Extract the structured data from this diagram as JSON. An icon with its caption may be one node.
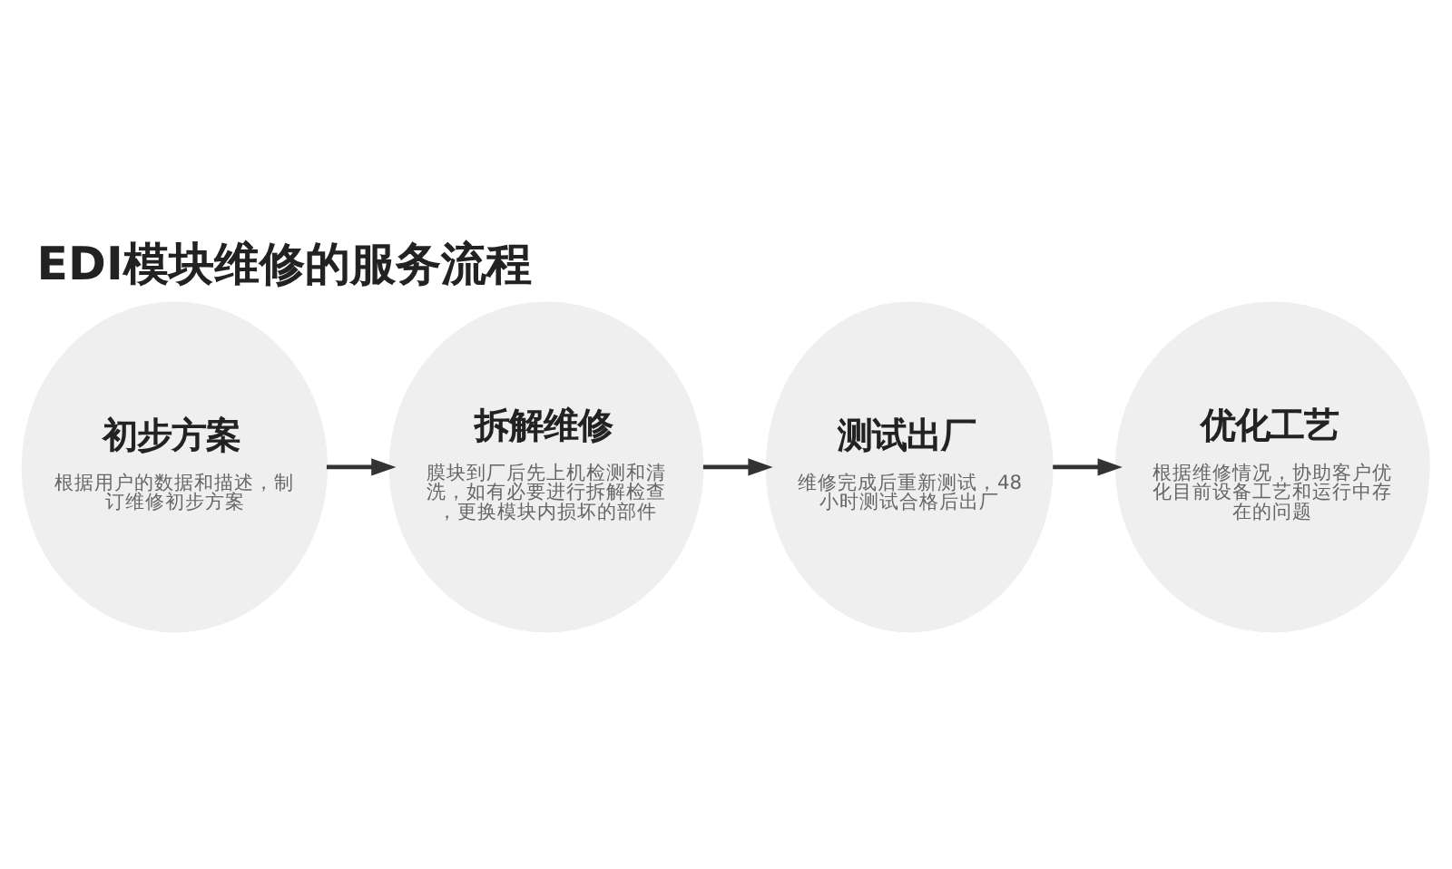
{
  "diagram": {
    "title": "EDI模块维修的服务流程",
    "nodes": [
      {
        "text": [
          "初步方案",
          "根据用户的数据和描述，制订维修初步方案"
        ]
      },
      {
        "text": [
          "拆解维修",
          "膜块到厂后先上机检测和清洗，如有必要进行拆解检查，更换模块内损坏的部件"
        ]
      },
      {
        "text": [
          "测试出厂",
          "维修完成后重新测试，48小时测试合格后出厂"
        ]
      },
      {
        "text": [
          "优化工艺",
          "根据维修情况，协助客户优化目前设备工艺和运行中存在的问题"
        ]
      }
    ],
    "edges": [
      {
        "from": 0,
        "to": 1,
        "arrow": "to"
      },
      {
        "from": 1,
        "to": 2,
        "arrow": "to"
      },
      {
        "from": 2,
        "to": 3,
        "arrow": "to"
      }
    ]
  }
}
